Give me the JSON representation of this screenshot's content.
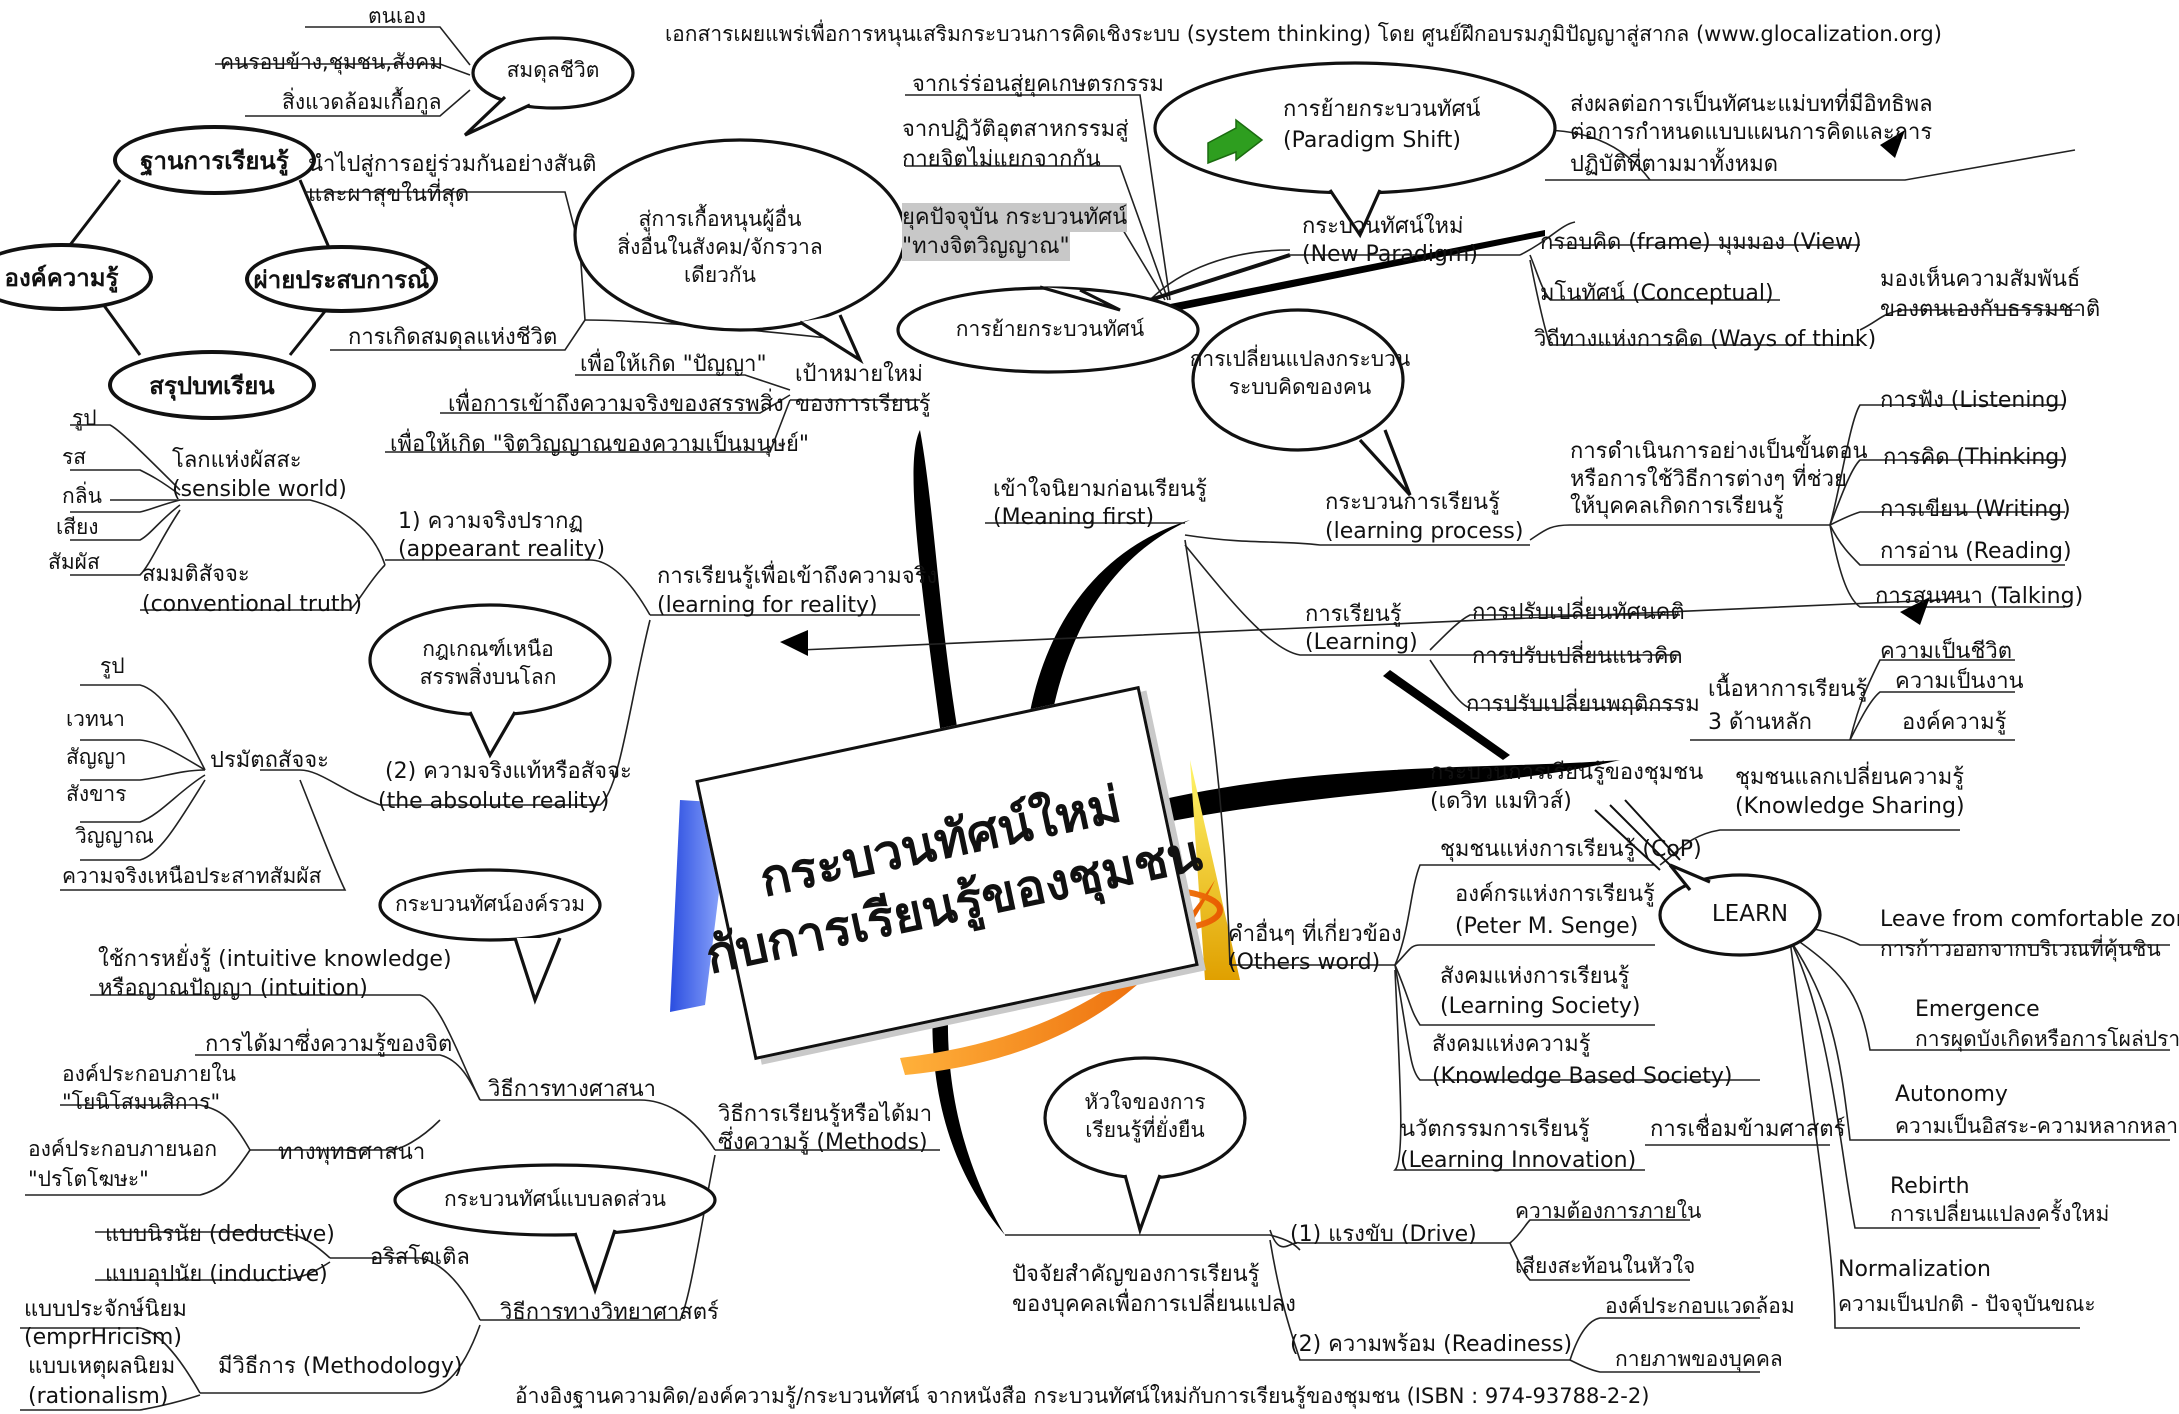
{
  "header": {
    "note": "เอกสารเผยแพร่เพื่อการหนุนเสริมกระบวนการคิดเชิงระบบ (system thinking) โดย ศูนย์ฝึกอบรมภูมิปัญญาสู่สากล (www.glocalization.org)"
  },
  "footer": {
    "note": "อ้างอิงฐานความคิด/องค์ความรู้/กระบวนทัศน์ จากหนังสือ กระบวนทัศน์ใหม่กับการเรียนรู้ของชุมชน (ISBN : 974-93788-2-2)"
  },
  "center": {
    "line1": "กระบวนทัศน์ใหม่",
    "line2": "กับการเรียนรู้ของชุมชน"
  },
  "cycle": {
    "top": "ฐานการเรียนรู้",
    "left": "องค์ความรู้",
    "right": "ผ่ายประสบการณ์",
    "bottom": "สรุปบทเรียน"
  },
  "balance": {
    "bubble": "สมดุลชีวิต",
    "items": [
      "ตนเอง",
      "คนรอบข้าง,ชุมชน,สังคม",
      "สิ่งแวดล้อมเกื้อกูล"
    ],
    "result_line1": "นำไปสู่การอยู่ร่วมกันอย่างสันติ",
    "result_line2": "และผาสุขในที่สุด",
    "life_balance": "การเกิดสมดุลแห่งชีวิต"
  },
  "purpose": {
    "bubble_line1": "สู่การเกื้อหนุนผู้อื่น",
    "bubble_line2": "สิ่งอื่นในสังคม/จักรวาล",
    "bubble_line3": "เดียวกัน",
    "label_line1": "เป้าหมายใหม่",
    "label_line2": "ของการเรียนรู้",
    "items": [
      "เพื่อให้เกิด \"ปัญญา\"",
      "เพื่อการเข้าถึงความจริงของสรรพสิ่ง",
      "เพื่อให้เกิด \"จิตวิญญาณของความเป็นมนุษย์\""
    ]
  },
  "paradigm_shift": {
    "origins": [
      "จากเร่ร่อนสู่ยุคเกษตรกรรม",
      "จากปฏิวัติอุตสาหกรรมสู่",
      "กายจิตไม่แยกจากกัน",
      "ยุคปัจจุบัน กระบวนทัศน์",
      "\"ทางจิตวิญญาณ\""
    ],
    "shift_line1": "การย้ายกระบวนทัศน์",
    "shift_line2": "(Paradigm Shift)",
    "shift_bubble": "การย้ายกระบวนทัศน์",
    "effect_line1": "ส่งผลต่อการเป็นทัศนะแม่บทที่มีอิทธิพล",
    "effect_line2": "ต่อการกำหนดแบบแผนการคิดและการ",
    "effect_line3": "ปฏิบัติที่ตามมาทั้งหมด"
  },
  "new_paradigm": {
    "label_line1": "กระบวนทัศน์ใหม่",
    "label_line2": "(New Paradigm)",
    "items": [
      "กรอบคิด (frame) มุมมอง (View)",
      "มโนทัศน์ (Conceptual)",
      "วิถีทางแห่งการคิด (Ways of think)"
    ],
    "nature_line1": "มองเห็นความสัมพันธ์",
    "nature_line2": "ของตนเองกับธรรมชาติ"
  },
  "learning_process": {
    "bubble_line1": "การเปลี่ยนแปลงกระบวน",
    "bubble_line2": "ระบบคิดของคน",
    "meaning_line1": "เข้าใจนิยามก่อนเรียนรู้",
    "meaning_line2": "(Meaning first)",
    "label_line1": "กระบวนการเรียนรู้",
    "label_line2": "(learning process)",
    "desc_line1": "การดำเนินการอย่างเป็นขั้นตอน",
    "desc_line2": "หรือการใช้วิธีการต่างๆ ที่ช่วย",
    "desc_line3": "ให้บุคคลเกิดการเรียนรู้",
    "skills": [
      "การฟัง (Listening)",
      "การคิด (Thinking)",
      "การเขียน (Writing)",
      "การอ่าน (Reading)",
      "การสนทนา (Talking)"
    ]
  },
  "learning": {
    "label_line1": "การเรียนรู้",
    "label_line2": "(Learning)",
    "changes": [
      "การปรับเปลี่ยนทัศนคติ",
      "การปรับเปลี่ยนแนวคิด",
      "การปรับเปลี่ยนพฤติกรรม"
    ],
    "content_line1": "เนื้อหาการเรียนรู้",
    "content_line2": "3 ด้านหลัก",
    "content_items": [
      "ความเป็นชีวิต",
      "ความเป็นงาน",
      "องค์ความรู้"
    ]
  },
  "reality": {
    "label_line1": "การเรียนรู้เพื่อเข้าถึงความจริง",
    "label_line2": "(learning for reality)",
    "apparent_line1": "1) ความจริงปรากฏ",
    "apparent_line2": "(appearant reality)",
    "sensible_line1": "โลกแห่งผัสสะ",
    "sensible_line2": "(sensible world)",
    "senses": [
      "รูป",
      "รส",
      "กลิ่น",
      "เสียง",
      "สัมผัส"
    ],
    "conventional_line1": "สมมติสัจจะ",
    "conventional_line2": "(conventional truth)",
    "rule_line1": "กฎเกณฑ์เหนือ",
    "rule_line2": "สรรพสิ่งบนโลก",
    "absolute_line1": "(2) ความจริงแท้หรือสัจจะ",
    "absolute_line2": "(the absolute reality)",
    "ultimate": "ปรมัตถสัจจะ",
    "aggregates": [
      "รูป",
      "เวทนา",
      "สัญญา",
      "สังขาร",
      "วิญญาณ"
    ],
    "beyond": "ความจริงเหนือประสาทสัมผัส"
  },
  "methods": {
    "holistic_bubble": "กระบวนทัศน์องค์รวม",
    "intuitive_line1": "ใช้การหยั่งรู้ (intuitive knowledge)",
    "intuitive_line2": "หรือญาณปัญญา (intuition)",
    "mind": "การได้มาซึ่งความรู้ของจิต",
    "inner_line1": "องค์ประกอบภายใน",
    "inner_line2": "\"โยนิโสมนสิการ\"",
    "outer_line1": "องค์ประกอบภายนอก",
    "outer_line2": "\"ปรโตโฆษะ\"",
    "buddhist": "ทางพุทธศาสนา",
    "religion": "วิธีการทางศาสนา",
    "label_line1": "วิธีการเรียนรู้หรือได้มา",
    "label_line2": "ซึ่งความรู้ (Methods)",
    "reduction_bubble": "กระบวนทัศน์แบบลดส่วน",
    "deductive": "แบบนิรนัย (deductive)",
    "inductive": "แบบอุปนัย (inductive)",
    "aristotle": "อริสโตเติล",
    "empiricism_line1": "แบบประจักษ์นิยม",
    "empiricism_line2": "(emprHricism)",
    "rationalism_line1": "แบบเหตุผลนิยม",
    "rationalism_line2": "(rationalism)",
    "methodology": "มีวิธีการ (Methodology)",
    "science": "วิธีการทางวิทยาศาสตร์"
  },
  "community": {
    "process_line1": "กระบวนการเรียนรู้ของชุมชน",
    "process_line2": "(เดวิท แมทิวส์)",
    "others_line1": "คำอื่นๆ ที่เกี่ยวข้อง",
    "others_line2": "(Others word)",
    "cop": "ชุมชนแห่งการเรียนรู้ (CoP)",
    "sharing_line1": "ชุมชนแลกเปลี่ยนความรู้",
    "sharing_line2": "(Knowledge Sharing)",
    "org_line1": "องค์กรแห่งการเรียนรู้",
    "org_line2": "(Peter M. Senge)",
    "society_line1": "สังคมแห่งการเรียนรู้",
    "society_line2": "(Learning Society)",
    "kbs_line1": "สังคมแห่งความรู้",
    "kbs_line2": "(Knowledge Based Society)",
    "innovation_line1": "นวัตกรรมการเรียนรู้",
    "innovation_line2": "(Learning Innovation)",
    "interdisciplinary": "การเชื่อมข้ามศาสตร์"
  },
  "learn": {
    "bubble": "LEARN",
    "items": [
      {
        "en": "Leave from comfortable zon",
        "th": "การก้าวออกจากบริเวณที่คุ้นชิน"
      },
      {
        "en": "Emergence",
        "th": "การผุดบังเกิดหรือการโผล่ปราก"
      },
      {
        "en": "Autonomy",
        "th": "ความเป็นอิสระ-ความหลากหลาย"
      },
      {
        "en": "Rebirth",
        "th": "การเปลี่ยนแปลงครั้งใหม่"
      },
      {
        "en": "Normalization",
        "th": "ความเป็นปกติ - ปัจจุบันขณะ"
      }
    ]
  },
  "factors": {
    "heart_line1": "หัวใจของการ",
    "heart_line2": "เรียนรู้ที่ยั่งยืน",
    "label_line1": "ปัจจัยสำคัญของการเรียนรู้",
    "label_line2": "ของบุคคลเพื่อการเปลี่ยนแปลง",
    "drive": "(1) แรงขับ (Drive)",
    "drive_items": [
      "ความต้องการภายใน",
      "เสียงสะท้อนในหัวใจ"
    ],
    "readiness": "(2) ความพร้อม (Readiness)",
    "readiness_items": [
      "องค์ประกอบแวดล้อม",
      "กายภาพของบุคคล"
    ]
  },
  "colors": {
    "arrow_green": "#2e9e1f",
    "ink": "#111111",
    "highlight": "#c8c8c8"
  }
}
